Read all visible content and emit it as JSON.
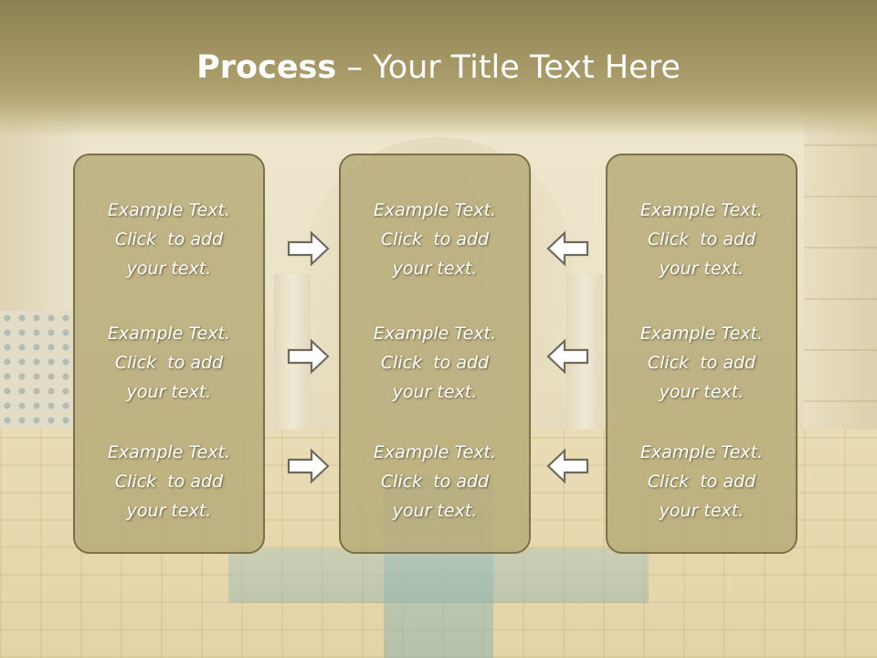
{
  "title": {
    "bold": "Process",
    "rest": " – Your Title Text Here"
  },
  "columns": [
    {
      "items": [
        {
          "line1": "Example Text.",
          "line2": "Click  to add",
          "line3": "your text."
        },
        {
          "line1": "Example Text.",
          "line2": "Click  to add",
          "line3": "your text."
        },
        {
          "line1": "Example Text.",
          "line2": "Click  to add",
          "line3": "your text."
        }
      ]
    },
    {
      "items": [
        {
          "line1": "Example Text.",
          "line2": "Click  to add",
          "line3": "your text."
        },
        {
          "line1": "Example Text.",
          "line2": "Click  to add",
          "line3": "your text."
        },
        {
          "line1": "Example Text.",
          "line2": "Click  to add",
          "line3": "your text."
        }
      ]
    },
    {
      "items": [
        {
          "line1": "Example Text.",
          "line2": "Click  to add",
          "line3": "your text."
        },
        {
          "line1": "Example Text.",
          "line2": "Click  to add",
          "line3": "your text."
        },
        {
          "line1": "Example Text.",
          "line2": "Click  to add",
          "line3": "your text."
        }
      ]
    }
  ],
  "arrows": {
    "left_group": "right-arrow-icon",
    "right_group": "left-arrow-icon"
  },
  "colors": {
    "title_band": "#9b8e5d",
    "panel_fill": "#b6a977",
    "panel_border": "#7d7048",
    "text": "#ffffff"
  }
}
